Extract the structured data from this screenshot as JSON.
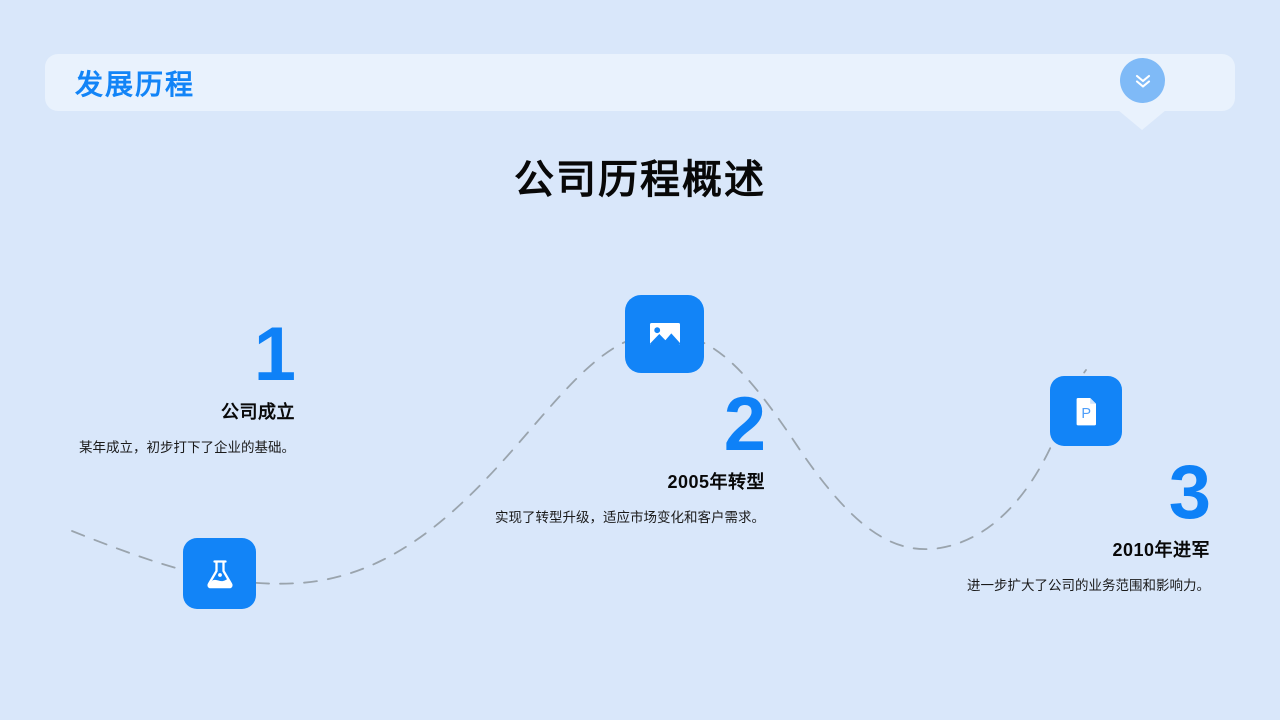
{
  "slide": {
    "background_color": "#d9e7fa",
    "accent_color": "#1284f7"
  },
  "header": {
    "title": "发展历程",
    "title_color": "#1284f7",
    "bar_color": "#e9f2fd",
    "badge": {
      "icon": "double-chevron-down-icon",
      "color": "#7fbaf7"
    }
  },
  "main": {
    "title": "公司历程概述",
    "title_color": "#080808"
  },
  "timeline": {
    "curve_color": "#9aa4ad",
    "curve_style": "dashed",
    "milestones": [
      {
        "number": "1",
        "title": "公司成立",
        "description": "某年成立，初步打下了企业的基础。",
        "icon": "flask-icon",
        "icon_color": "#1284f7"
      },
      {
        "number": "2",
        "title": "2005年转型",
        "description": "实现了转型升级，适应市场变化和客户需求。",
        "icon": "image-picture-icon",
        "icon_color": "#1284f7"
      },
      {
        "number": "3",
        "title": "2010年进军",
        "description": "进一步扩大了公司的业务范围和影响力。",
        "icon": "presentation-file-icon",
        "icon_color": "#1284f7"
      }
    ]
  }
}
